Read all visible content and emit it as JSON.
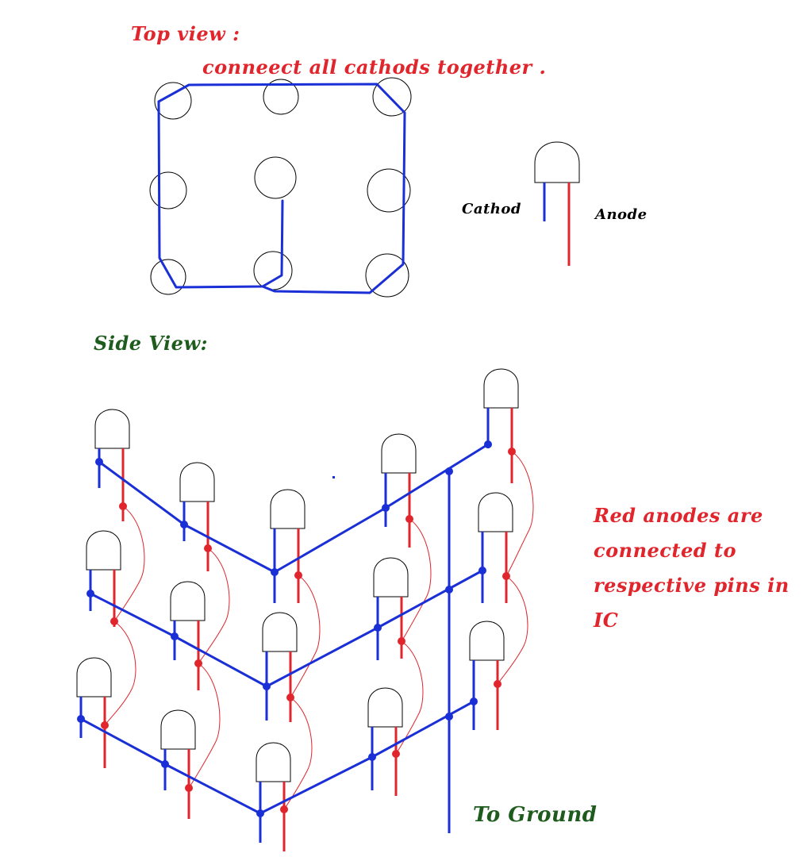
{
  "texts": {
    "top_view_title": "Top view :",
    "top_view_instruction": "conneect all cathods together .",
    "cathod_label": "Cathod",
    "anode_label": "Anode",
    "side_view_title": "Side View:",
    "red_anodes_note": "Red anodes are connected to respective pins in IC",
    "ground_label": "To Ground"
  },
  "colors": {
    "cathode_wire": "#1a2fd6",
    "anode_wire": "#e0262c",
    "heading_red": "#e0262c",
    "heading_green": "#1d5c1d",
    "label_black": "#000000",
    "led_outline": "#000000"
  },
  "icons": [
    "led-icon"
  ]
}
